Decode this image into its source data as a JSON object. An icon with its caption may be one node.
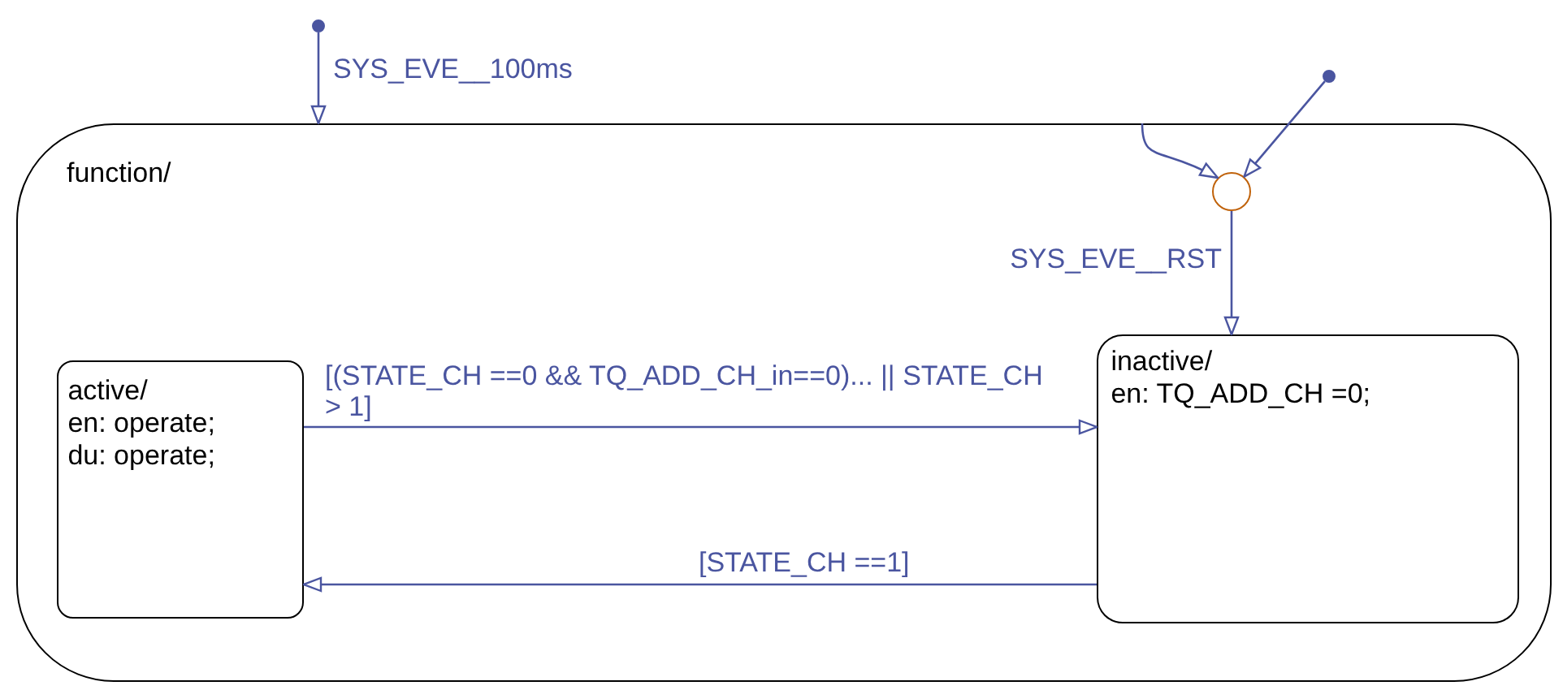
{
  "diagram": {
    "nodes": [
      {
        "text": [],
        "shape": "circle"
      },
      {
        "text": [],
        "shape": "circle"
      },
      {
        "text": [
          "function/"
        ]
      },
      {
        "text": [],
        "shape": "circle",
        "in": 2
      },
      {
        "text": [
          "active/",
          "en: operate;",
          "du: operate;"
        ],
        "in": 2
      },
      {
        "text": [
          "inactive/",
          "en: TQ_ADD_CH =0;"
        ],
        "in": 2
      }
    ],
    "edges": [
      {
        "from": 0,
        "to": 2,
        "arrow": "to",
        "label": "SYS_EVE__100ms"
      },
      {
        "from": 1,
        "to": 3,
        "arrow": "to"
      },
      {
        "from": 2,
        "to": 3,
        "arrow": "to"
      },
      {
        "from": 3,
        "to": 5,
        "arrow": "to",
        "label": "SYS_EVE__RST"
      },
      {
        "from": 4,
        "to": 5,
        "arrow": "to",
        "label": "[(STATE_CH ==0 && TQ_ADD_CH_in==0)... || STATE_CH > 1]"
      },
      {
        "from": 5,
        "to": 4,
        "arrow": "to",
        "label": "[STATE_CH ==1]"
      }
    ]
  }
}
